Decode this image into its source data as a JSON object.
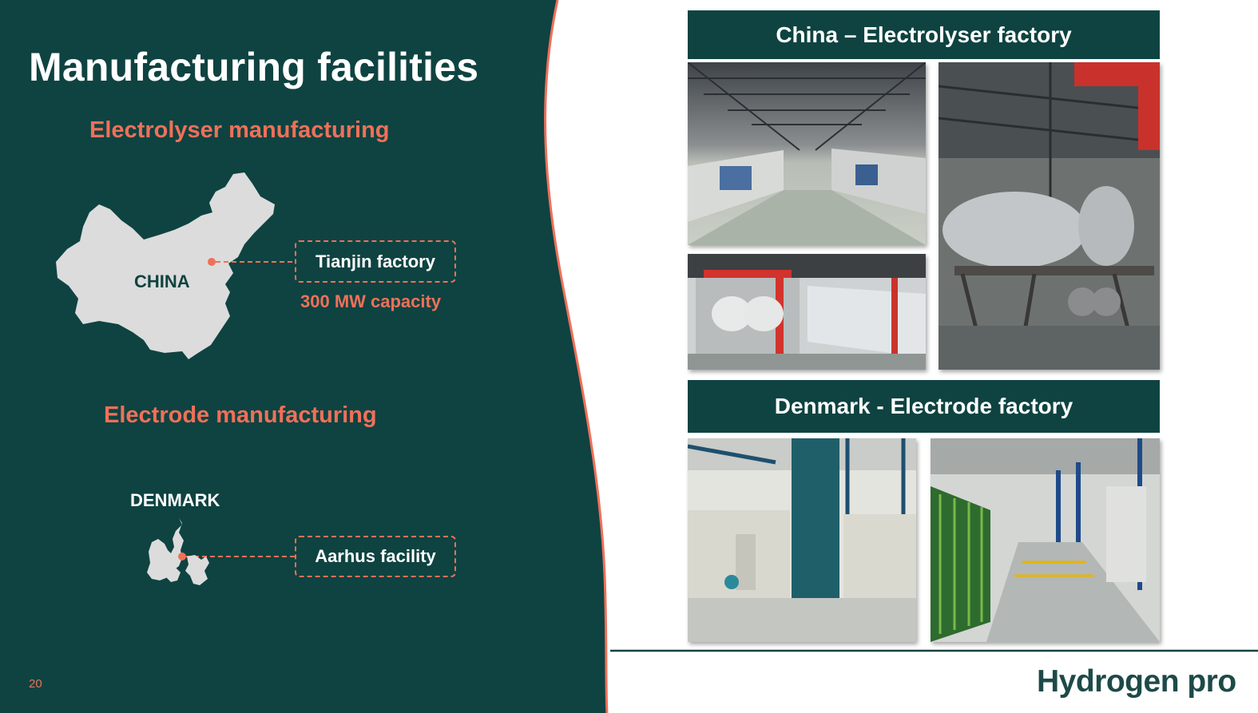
{
  "slide": {
    "title": "Manufacturing facilities",
    "page_number": "20",
    "logo_text": "Hydrogen pro"
  },
  "electrolyser": {
    "heading": "Electrolyser manufacturing",
    "map_label": "CHINA",
    "site_label": "Tianjin factory",
    "capacity": "300 MW capacity"
  },
  "electrode": {
    "heading": "Electrode manufacturing",
    "map_label": "DENMARK",
    "site_label": "Aarhus facility"
  },
  "photos": {
    "china_banner": "China – Electrolyser factory",
    "denmark_banner": "Denmark - Electrode factory"
  },
  "colors": {
    "dark_green": "#0e4341",
    "accent_coral": "#f07059",
    "map_grey": "#dcdcdc",
    "white": "#ffffff"
  }
}
